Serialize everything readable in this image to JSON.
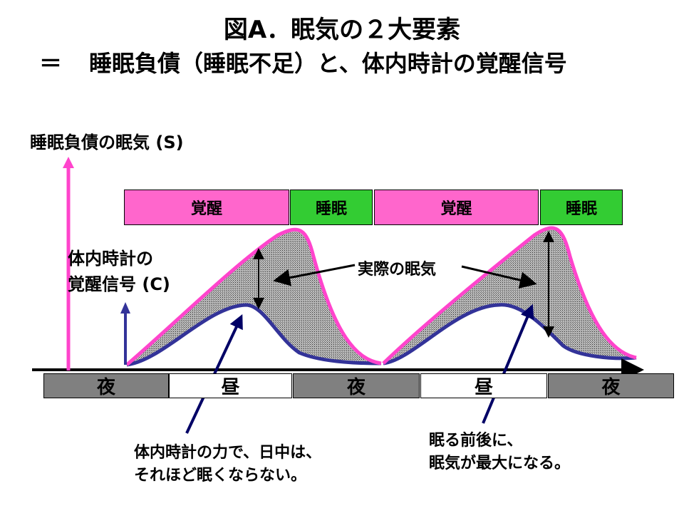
{
  "title": {
    "line1": "図A．眠気の２大要素",
    "line2_prefix": "＝",
    "line2": "睡眠負債（睡眠不足）と、体内時計の覚醒信号"
  },
  "axes": {
    "s_label": "睡眠負債の眠気 (S)",
    "c_label_line1": "体内時計の",
    "c_label_line2": "覚醒信号 (C)"
  },
  "state_bars": [
    {
      "label": "覚醒",
      "state": "wake"
    },
    {
      "label": "睡眠",
      "state": "sleep"
    },
    {
      "label": "覚醒",
      "state": "wake"
    },
    {
      "label": "睡眠",
      "state": "sleep"
    }
  ],
  "time_bars": [
    {
      "label": "夜",
      "type": "night"
    },
    {
      "label": "昼",
      "type": "day"
    },
    {
      "label": "夜",
      "type": "night"
    },
    {
      "label": "昼",
      "type": "day"
    },
    {
      "label": "夜",
      "type": "night"
    }
  ],
  "annotations": {
    "actual_sleepiness": "実際の眠気",
    "note_left_line1": "体内時計の力で、日中は、",
    "note_left_line2": "それほど眠くならない。",
    "note_right_line1": "眠る前後に、",
    "note_right_line2": "眠気が最大になる。"
  },
  "colors": {
    "sleep_debt_curve": "#ff44cc",
    "clock_curve": "#333399",
    "wake_bar": "#ff66cc",
    "sleep_bar": "#33cc33",
    "night_bar": "#808080",
    "pointer_arrow": "#000066"
  }
}
